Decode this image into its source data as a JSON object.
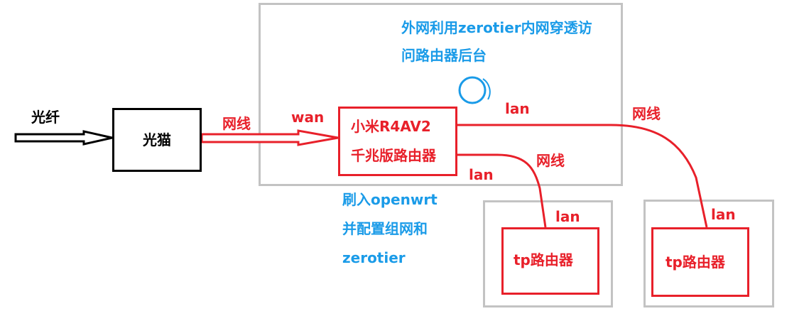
{
  "labels": {
    "fiber": "光纤",
    "modem": "光猫",
    "cable_1": "网线",
    "wan": "wan",
    "router_name": "小米R4AV2",
    "router_desc": "千兆版路由器",
    "lan_top": "lan",
    "cable_2": "网线",
    "cable_3": "网线",
    "lan_mid": "lan",
    "lan_tp1": "lan",
    "lan_tp2": "lan",
    "tp_router_1": "tp路由器",
    "tp_router_2": "tp路由器",
    "note_zerotier_line1": "外网利用zerotier内网穿透访",
    "note_zerotier_line2": "问路由器后台",
    "note_flash_line1": "刷入openwrt",
    "note_flash_line2": "并配置组网和",
    "note_flash_line3": "zerotier"
  },
  "colors": {
    "red": "#e8202a",
    "blue": "#1a9be8",
    "black": "#000000",
    "gray": "#c3c3c3"
  }
}
